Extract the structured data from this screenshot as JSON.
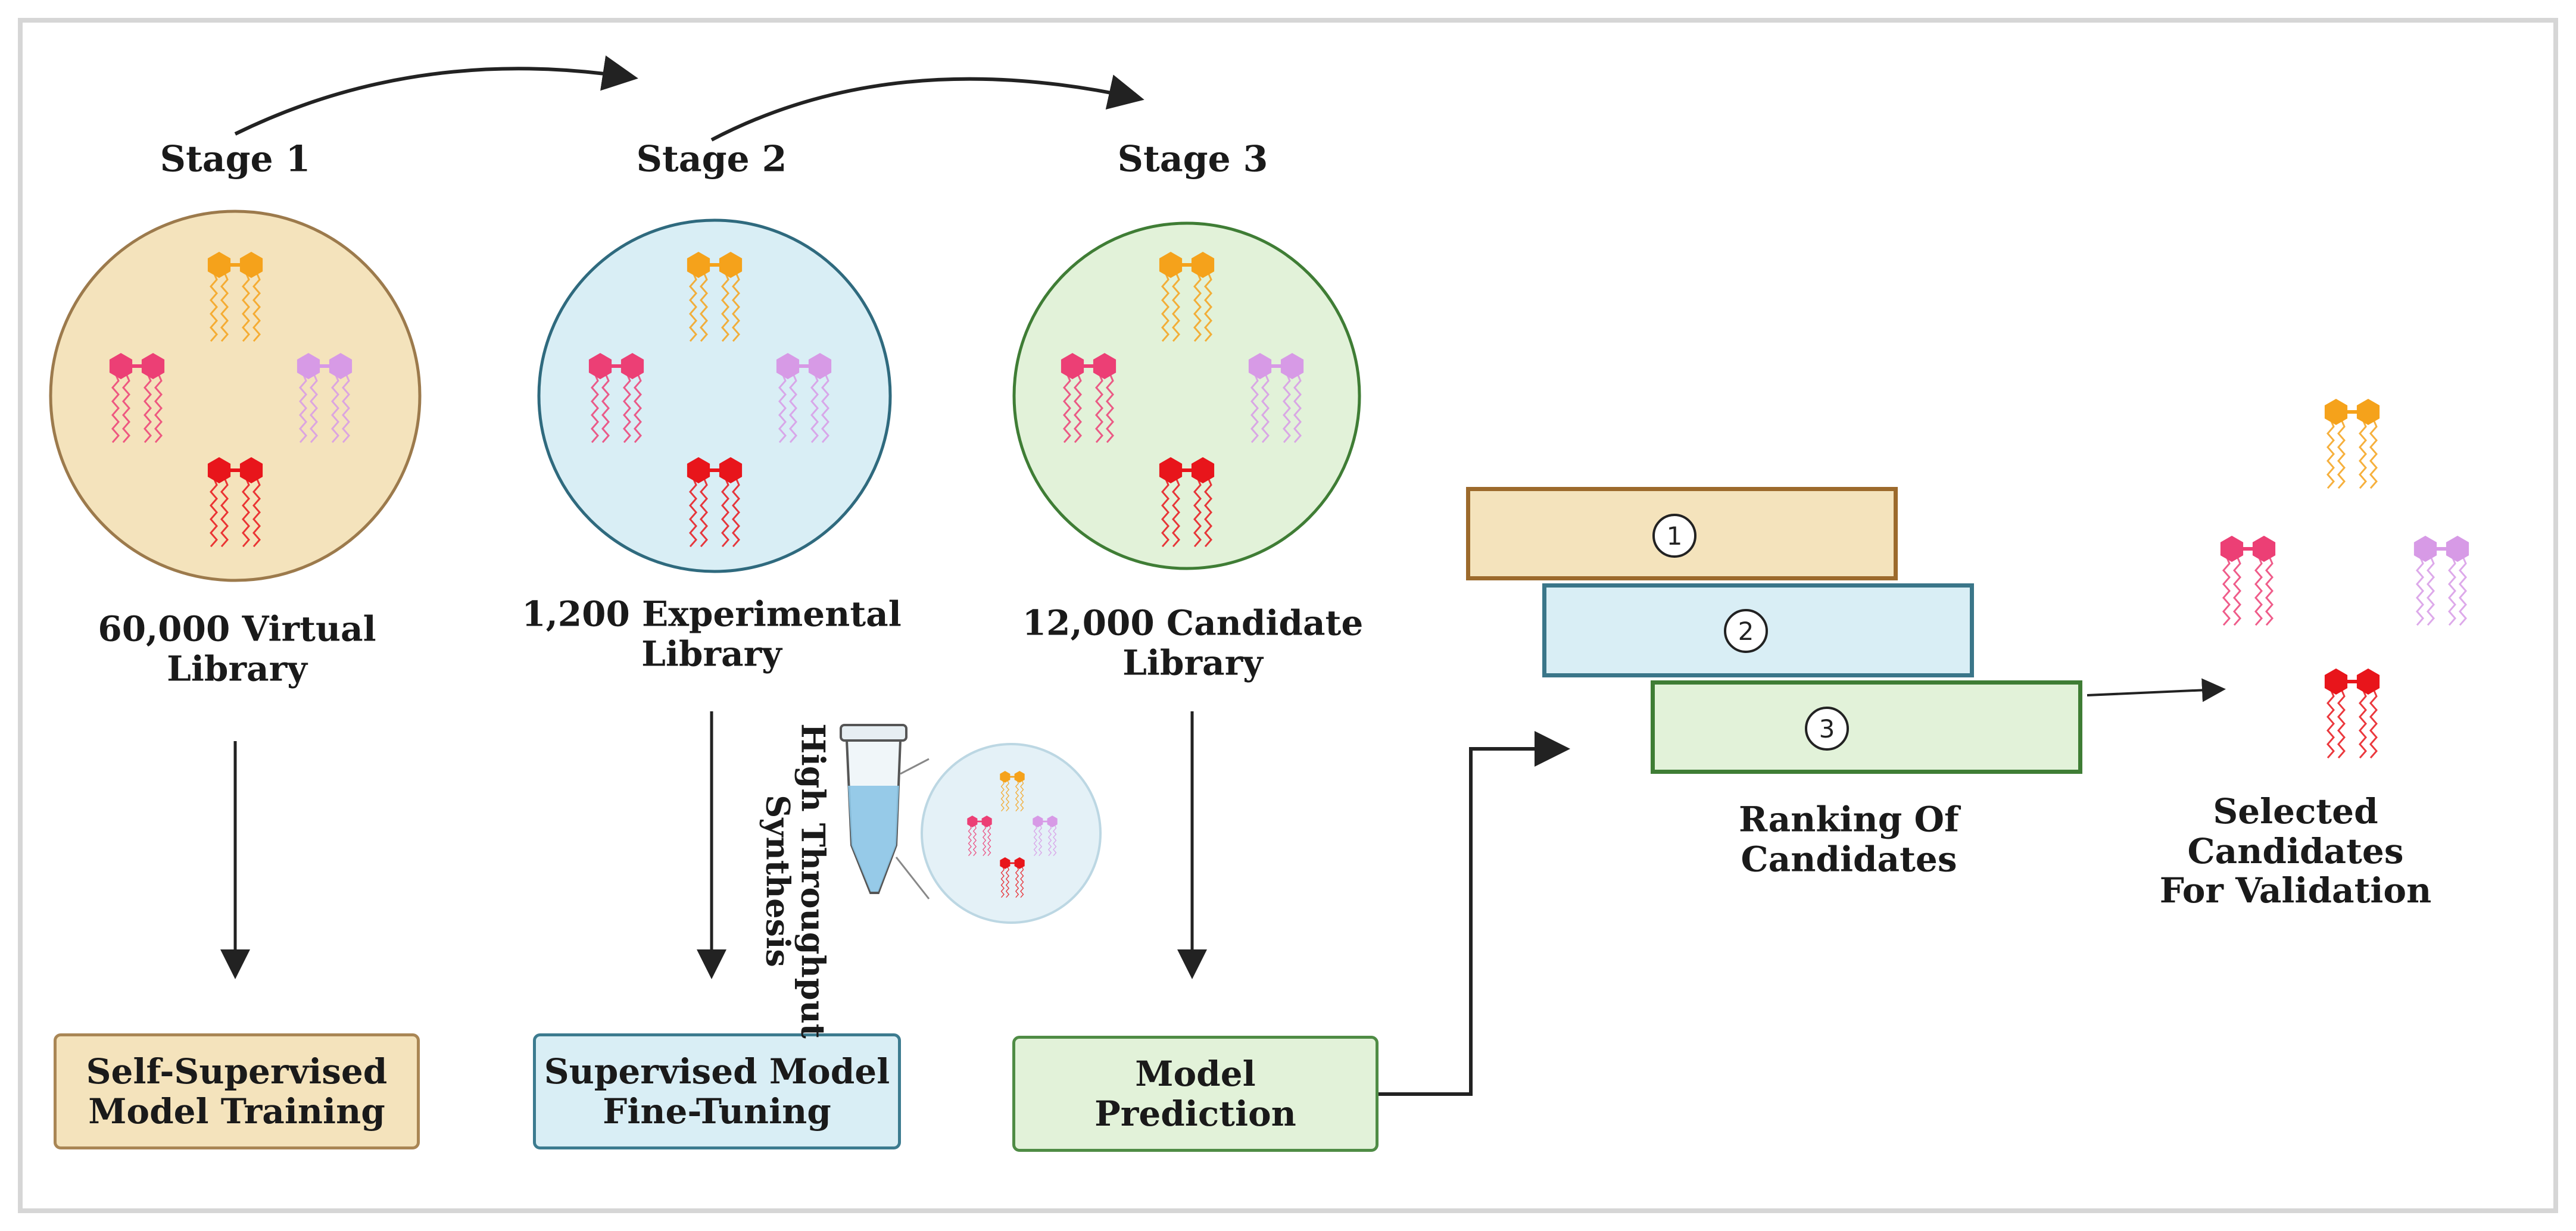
{
  "stages": [
    {
      "label": "Stage 1",
      "library": "60,000 Virtual\nLibrary",
      "box_label": "Self-Supervised\nModel Training",
      "fill": "#f4e3bc",
      "stroke": "#9c7a4c",
      "box_fill": "#f4e3bc",
      "box_stroke": "#a98655"
    },
    {
      "label": "Stage 2",
      "library": "1,200 Experimental\nLibrary",
      "box_label": "Supervised Model\nFine-Tuning",
      "fill": "#d9eef5",
      "stroke": "#2f6a7e",
      "box_fill": "#d9eef5",
      "box_stroke": "#3c7b8f"
    },
    {
      "label": "Stage 3",
      "library": "12,000 Candidate\nLibrary",
      "box_label": "Model\nPrediction",
      "fill": "#e2f2d9",
      "stroke": "#3f7d35",
      "box_fill": "#e2f2d9",
      "box_stroke": "#4f8c45"
    }
  ],
  "synthesis_label": "High Throughput\nSynthesis",
  "ranking": {
    "items": [
      {
        "number": "1",
        "fill": "#f4e3bc",
        "stroke": "#9c6a2c"
      },
      {
        "number": "2",
        "fill": "#d9eef5",
        "stroke": "#3a7689"
      },
      {
        "number": "3",
        "fill": "#e2f2d9",
        "stroke": "#3f7d35"
      }
    ],
    "caption": "Ranking Of\nCandidates"
  },
  "selected_caption": "Selected Candidates\nFor Validation",
  "molecule_colors": {
    "orange": "#f5a21b",
    "pink": "#ec3f75",
    "lavender": "#d79ae6",
    "red": "#e8151b"
  }
}
